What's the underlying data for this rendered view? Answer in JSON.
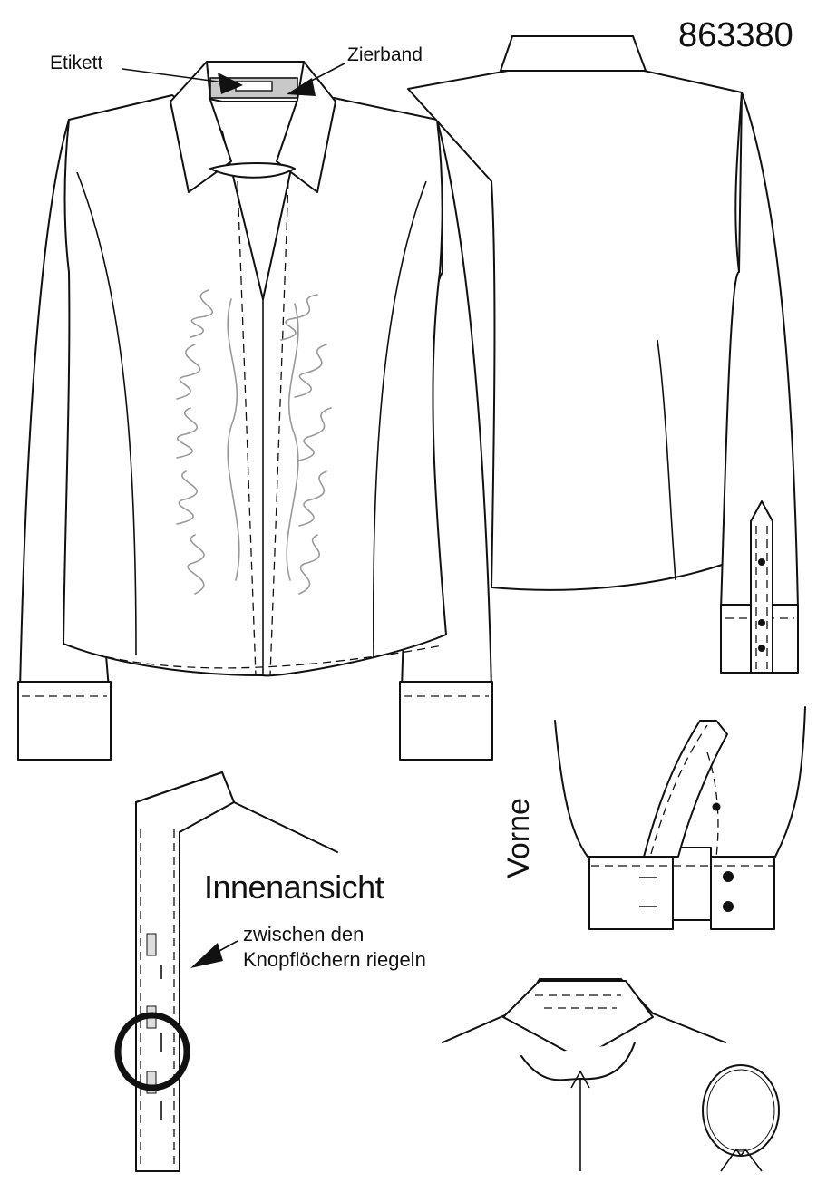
{
  "sheet": {
    "article_number": "863380",
    "callouts": {
      "label_tag": "Etikett",
      "trim_band": "Zierband",
      "inside_view": "Innenansicht",
      "bartack_note_line1": "zwischen den",
      "bartack_note_line2": "Knopflöchern riegeln",
      "front": "Vorne"
    }
  }
}
